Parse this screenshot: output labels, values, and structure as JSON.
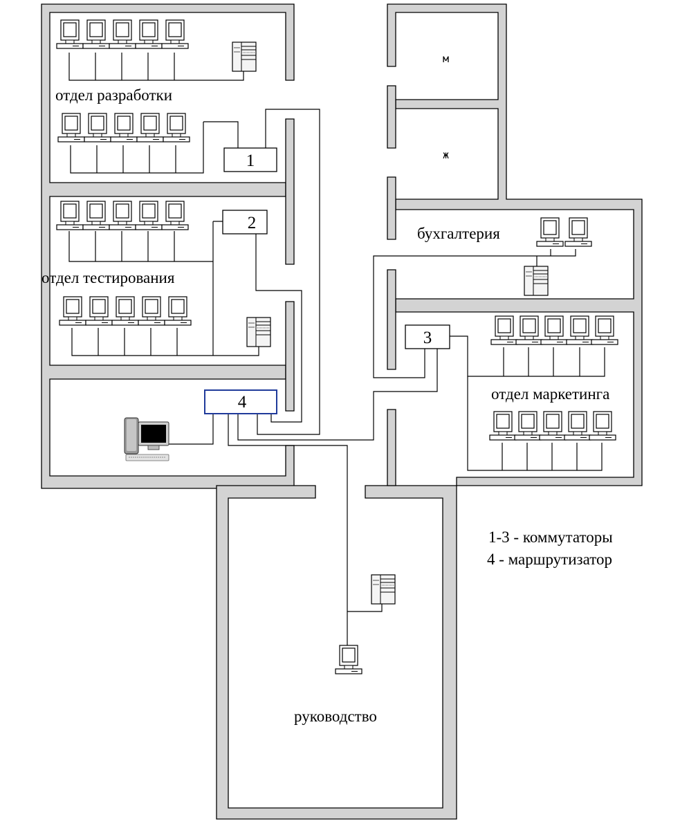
{
  "rooms": {
    "development": "отдел разработки",
    "testing": "отдел тестирования",
    "accounting": "бухгалтерия",
    "marketing": "отдел маркетинга",
    "management": "руководство",
    "wc_men": "м",
    "wc_women": "ж"
  },
  "devices": {
    "switch_1": "1",
    "switch_2": "2",
    "switch_3": "3",
    "router_4": "4"
  },
  "legend": {
    "line1": "1-3 - коммутаторы",
    "line2": "4 - маршрутизатор"
  },
  "colors": {
    "wall_fill": "#d3d3d3",
    "outline": "#000000",
    "router_border": "#1f3a9a"
  }
}
